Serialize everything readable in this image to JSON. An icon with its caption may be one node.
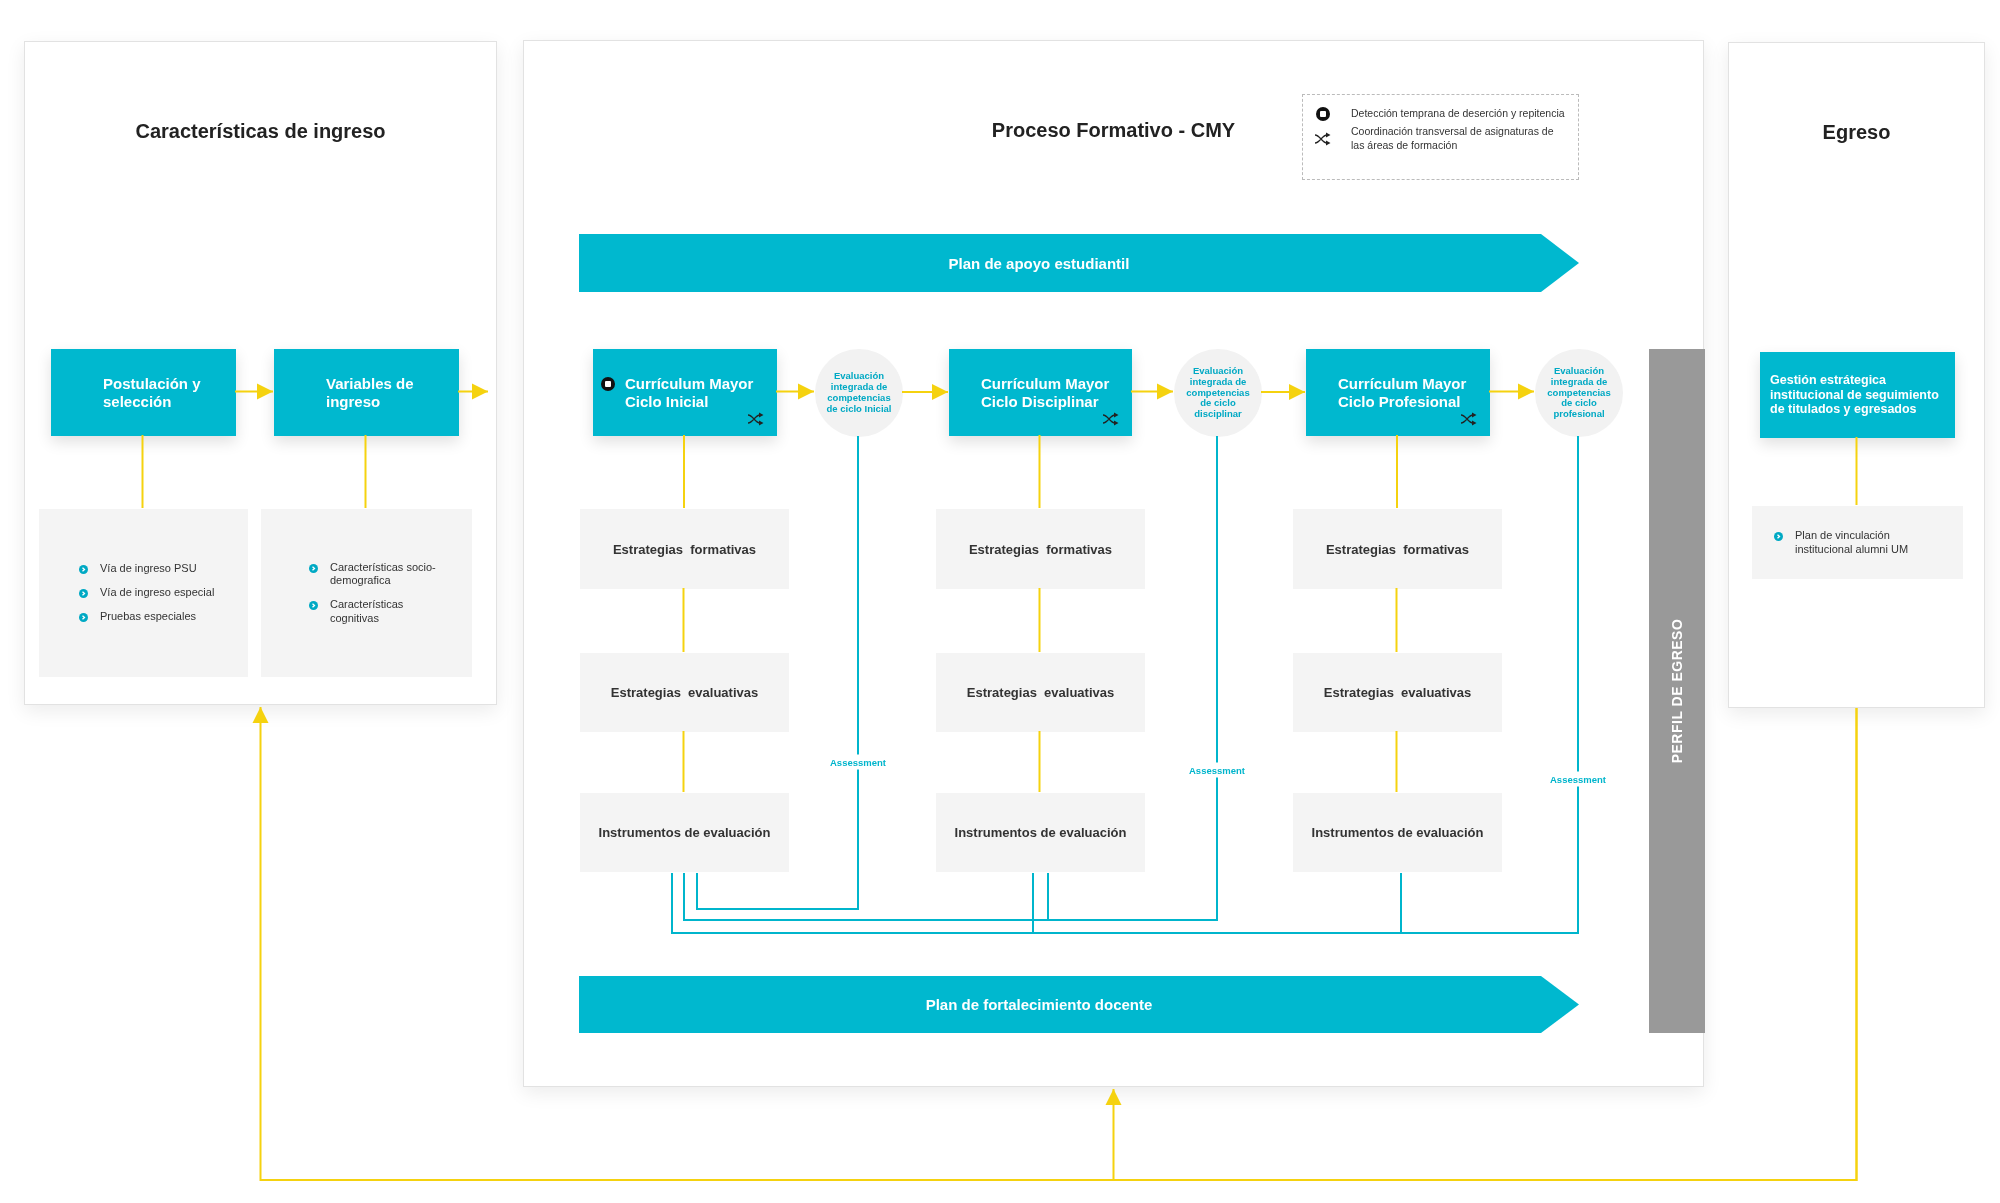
{
  "diagram": {
    "nodes": [
      {
        "text": [
          "Características de ingreso"
        ]
      },
      {
        "text": [
          "Postulación y selección"
        ],
        "in": 0
      },
      {
        "text": [
          "Variables de ingreso"
        ],
        "in": 0
      },
      {
        "text": [
          "Vía de ingreso PSU",
          "Vía de ingreso especial",
          "Pruebas especiales"
        ],
        "in": 0
      },
      {
        "text": [
          "Características socio- demografica",
          "Características cognitivas"
        ],
        "in": 0
      },
      {
        "text": [
          "Proceso Formativo - CMY"
        ]
      },
      {
        "text": [
          "Plan de apoyo estudiantil"
        ],
        "in": 5
      },
      {
        "text": [
          "Currículum Mayor Ciclo Inicial"
        ],
        "in": 5
      },
      {
        "text": [
          "Evaluación integrada de competencias de ciclo Inicial"
        ],
        "in": 5
      },
      {
        "text": [
          "Currículum Mayor Ciclo Disciplinar"
        ],
        "in": 5
      },
      {
        "text": [
          "Evaluación integrada de competencias de ciclo disciplinar"
        ],
        "in": 5
      },
      {
        "text": [
          "Currículum Mayor Ciclo Profesional"
        ],
        "in": 5
      },
      {
        "text": [
          "Evaluación integrada de competencias de ciclo profesional"
        ],
        "in": 5
      },
      {
        "text": [
          "PERFIL DE EGRESO"
        ],
        "in": 5
      },
      {
        "text": [
          "Estrategias  formativas"
        ],
        "in": 5
      },
      {
        "text": [
          "Estrategias  formativas"
        ],
        "in": 5
      },
      {
        "text": [
          "Estrategias  formativas"
        ],
        "in": 5
      },
      {
        "text": [
          "Estrategias  evaluativas"
        ],
        "in": 5
      },
      {
        "text": [
          "Estrategias  evaluativas"
        ],
        "in": 5
      },
      {
        "text": [
          "Estrategias  evaluativas"
        ],
        "in": 5
      },
      {
        "text": [
          "Instrumentos de evaluación"
        ],
        "in": 5
      },
      {
        "text": [
          "Instrumentos de evaluación"
        ],
        "in": 5
      },
      {
        "text": [
          "Instrumentos de evaluación"
        ],
        "in": 5
      },
      {
        "text": [
          "Plan de fortalecimiento docente"
        ],
        "in": 5
      },
      {
        "text": [
          "Egreso"
        ]
      },
      {
        "text": [
          "Gestión estrátegica institucional de seguimiento de titulados y egresados"
        ],
        "in": 24
      },
      {
        "text": [
          "Plan de vinculación institucional alumni UM"
        ],
        "in": 24
      }
    ],
    "edges": [
      {
        "from": 1,
        "to": 2,
        "arrow": "to"
      },
      {
        "from": 2,
        "to": null,
        "arrow": "to"
      },
      {
        "from": 1,
        "to": 3,
        "arrow": "none"
      },
      {
        "from": 2,
        "to": 4,
        "arrow": "none"
      },
      {
        "from": 7,
        "to": 8,
        "arrow": "to"
      },
      {
        "from": 8,
        "to": 9,
        "arrow": "to"
      },
      {
        "from": 9,
        "to": 10,
        "arrow": "to"
      },
      {
        "from": 10,
        "to": 11,
        "arrow": "to"
      },
      {
        "from": 11,
        "to": 12,
        "arrow": "to"
      },
      {
        "from": 7,
        "to": 14,
        "arrow": "none"
      },
      {
        "from": 9,
        "to": 15,
        "arrow": "none"
      },
      {
        "from": 11,
        "to": 16,
        "arrow": "none"
      },
      {
        "from": 14,
        "to": 17,
        "arrow": "none"
      },
      {
        "from": 15,
        "to": 18,
        "arrow": "none"
      },
      {
        "from": 16,
        "to": 19,
        "arrow": "none"
      },
      {
        "from": 17,
        "to": 20,
        "arrow": "none"
      },
      {
        "from": 18,
        "to": 21,
        "arrow": "none"
      },
      {
        "from": 19,
        "to": 22,
        "arrow": "none"
      },
      {
        "from": 8,
        "to": 20,
        "arrow": "none",
        "label": "Assessment",
        "color": "#00b5cc"
      },
      {
        "from": 10,
        "to": 20,
        "arrow": "none",
        "color": "#00b5cc"
      },
      {
        "from": 10,
        "to": 21,
        "arrow": "none",
        "label": "Assessment",
        "color": "#00b5cc"
      },
      {
        "from": 12,
        "to": 20,
        "arrow": "none",
        "color": "#00b5cc"
      },
      {
        "from": 12,
        "to": 21,
        "arrow": "none",
        "color": "#00b5cc"
      },
      {
        "from": 12,
        "to": 22,
        "arrow": "none",
        "label": "Assessment",
        "color": "#00b5cc"
      },
      {
        "from": 25,
        "to": 26,
        "arrow": "none"
      },
      {
        "from": 24,
        "to": 0,
        "arrow": "to"
      },
      {
        "from": 24,
        "to": 5,
        "arrow": "to"
      }
    ],
    "legend": [
      {
        "text": "Detección temprana de deserción y repitencia"
      },
      {
        "text": "Coordinación transversal de asignaturas de las áreas de formación"
      }
    ]
  }
}
